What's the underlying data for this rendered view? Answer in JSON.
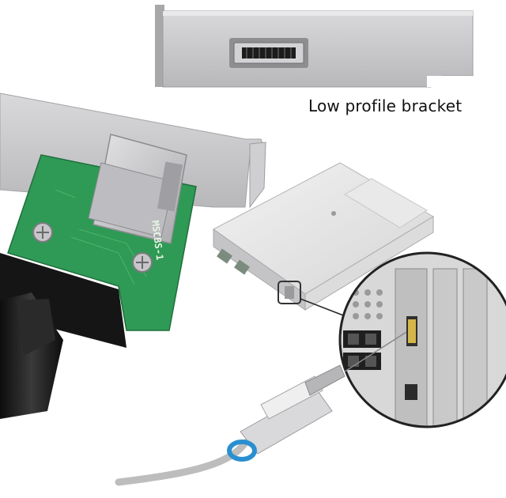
{
  "caption": "Low profile bracket",
  "pcb_marking": "MSCBS-1",
  "objects": {
    "top_bracket": "low-profile-bracket-photo",
    "adapter_board": "mini-sas-adapter-board-photo",
    "server": "server-chassis-illustration",
    "zoom": "rear-port-zoom-detail",
    "cable": "sas-cable"
  },
  "colors": {
    "pcb": "#2f9a55",
    "metal": "#c9c9cb",
    "cable": "#1a1a1a",
    "tab": "#2a8fd0"
  }
}
